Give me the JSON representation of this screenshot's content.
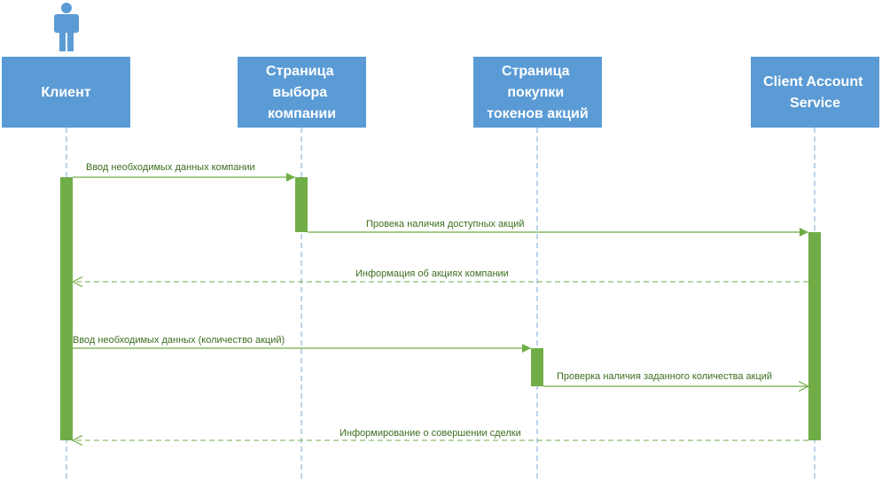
{
  "colors": {
    "box_fill": "#5b9bd5",
    "box_text": "#ffffff",
    "lifeline": "#7aa7d6",
    "activation": "#70ad47",
    "message_line": "#70ad47",
    "message_text": "#3c6e1f"
  },
  "actor": {
    "icon": "person-icon"
  },
  "participants": [
    {
      "id": "client",
      "lines": [
        "Клиент"
      ]
    },
    {
      "id": "company-page",
      "lines": [
        "Страница",
        "выбора",
        "компании"
      ]
    },
    {
      "id": "purchase-page",
      "lines": [
        "Страница",
        "покупки",
        "токенов акций"
      ]
    },
    {
      "id": "account-service",
      "lines": [
        "Client Account",
        "Service"
      ]
    }
  ],
  "messages": [
    {
      "from": "client",
      "to": "company-page",
      "kind": "sync",
      "label": "Ввод необходимых данных компании"
    },
    {
      "from": "company-page",
      "to": "account-service",
      "kind": "sync",
      "label": "Провека наличия доступных акций"
    },
    {
      "from": "account-service",
      "to": "client",
      "kind": "return",
      "label": "Информация об акциях компании"
    },
    {
      "from": "client",
      "to": "purchase-page",
      "kind": "sync",
      "label": "Ввод необходимых данных (количество акций)"
    },
    {
      "from": "purchase-page",
      "to": "account-service",
      "kind": "async",
      "label": "Проверка наличия заданного количества акций"
    },
    {
      "from": "account-service",
      "to": "client",
      "kind": "return",
      "label": "Информирование о совершении сделки"
    }
  ]
}
